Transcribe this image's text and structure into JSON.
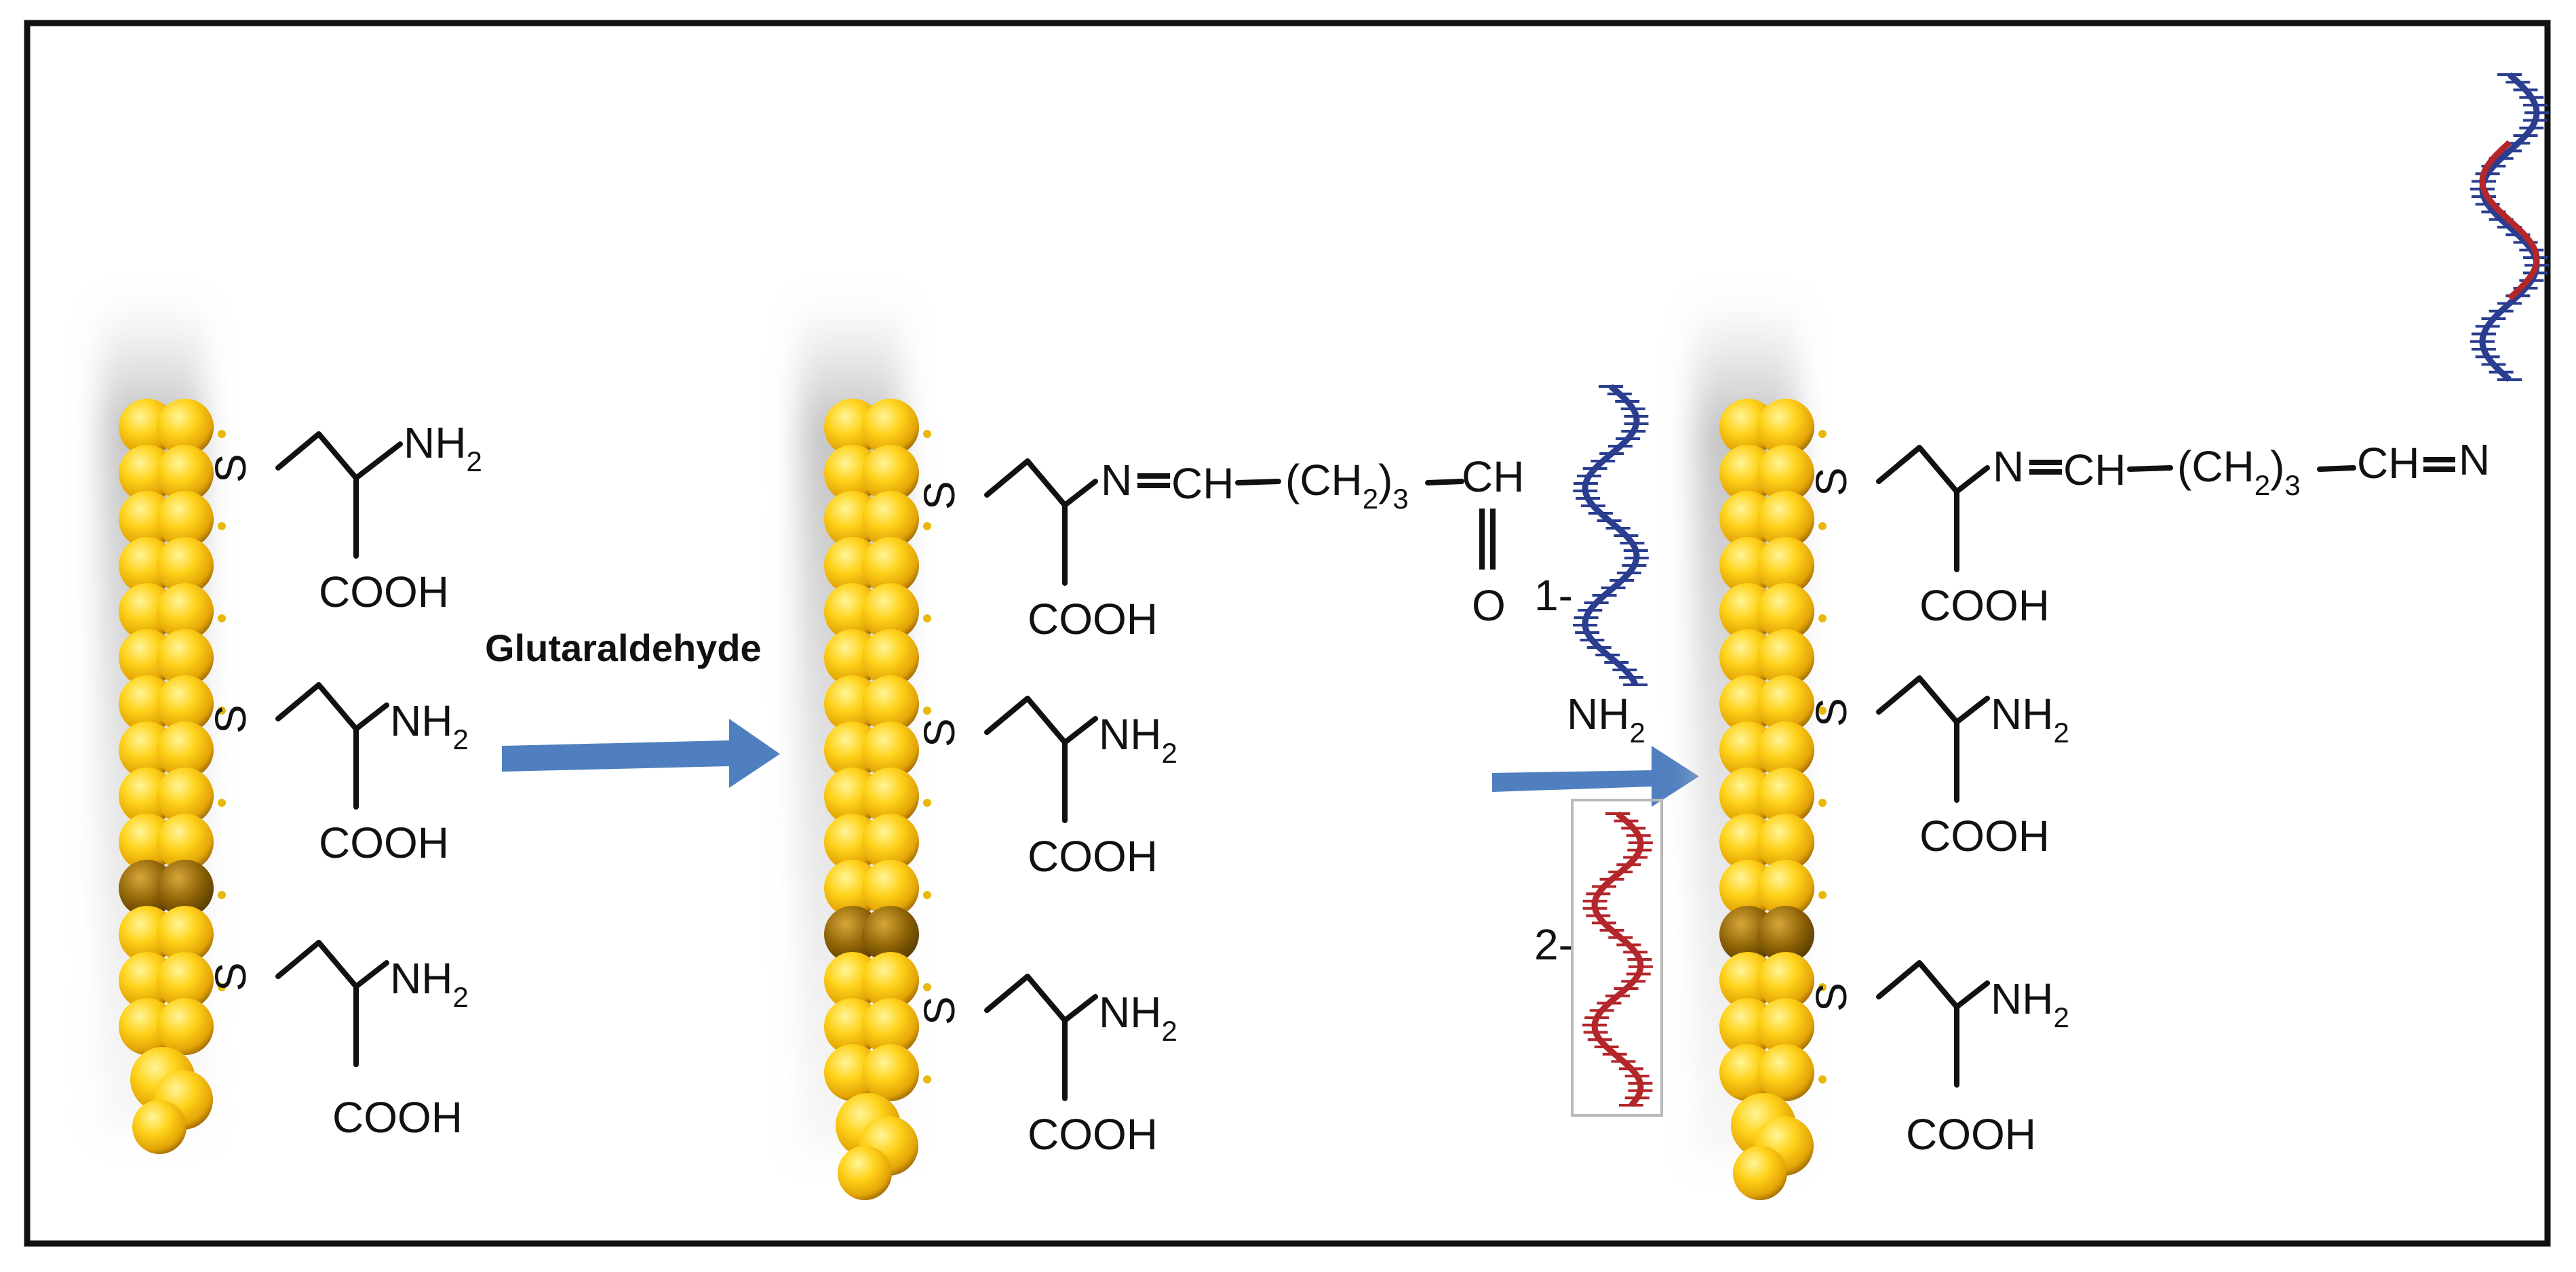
{
  "reagent_label": "Glutaraldehyde",
  "groups": {
    "s": "S",
    "cooh": "COOH",
    "nh": "NH",
    "sub2": "2",
    "sub3": "3",
    "n": "N",
    "ch": "CH",
    "ch_open": "(CH",
    "ch_close": ")",
    "o": "O"
  },
  "probe_labels": {
    "first": "1-",
    "second": "2-",
    "amine_nh": "NH",
    "amine_sub": "2"
  },
  "colors": {
    "gold_light": "#ffe14d",
    "gold_mid": "#f5bc0a",
    "gold_dark": "#a97708",
    "arrow_blue": "#4f7fbf",
    "dna_blue": "#2a3d8f",
    "dna_red": "#b3262a"
  }
}
